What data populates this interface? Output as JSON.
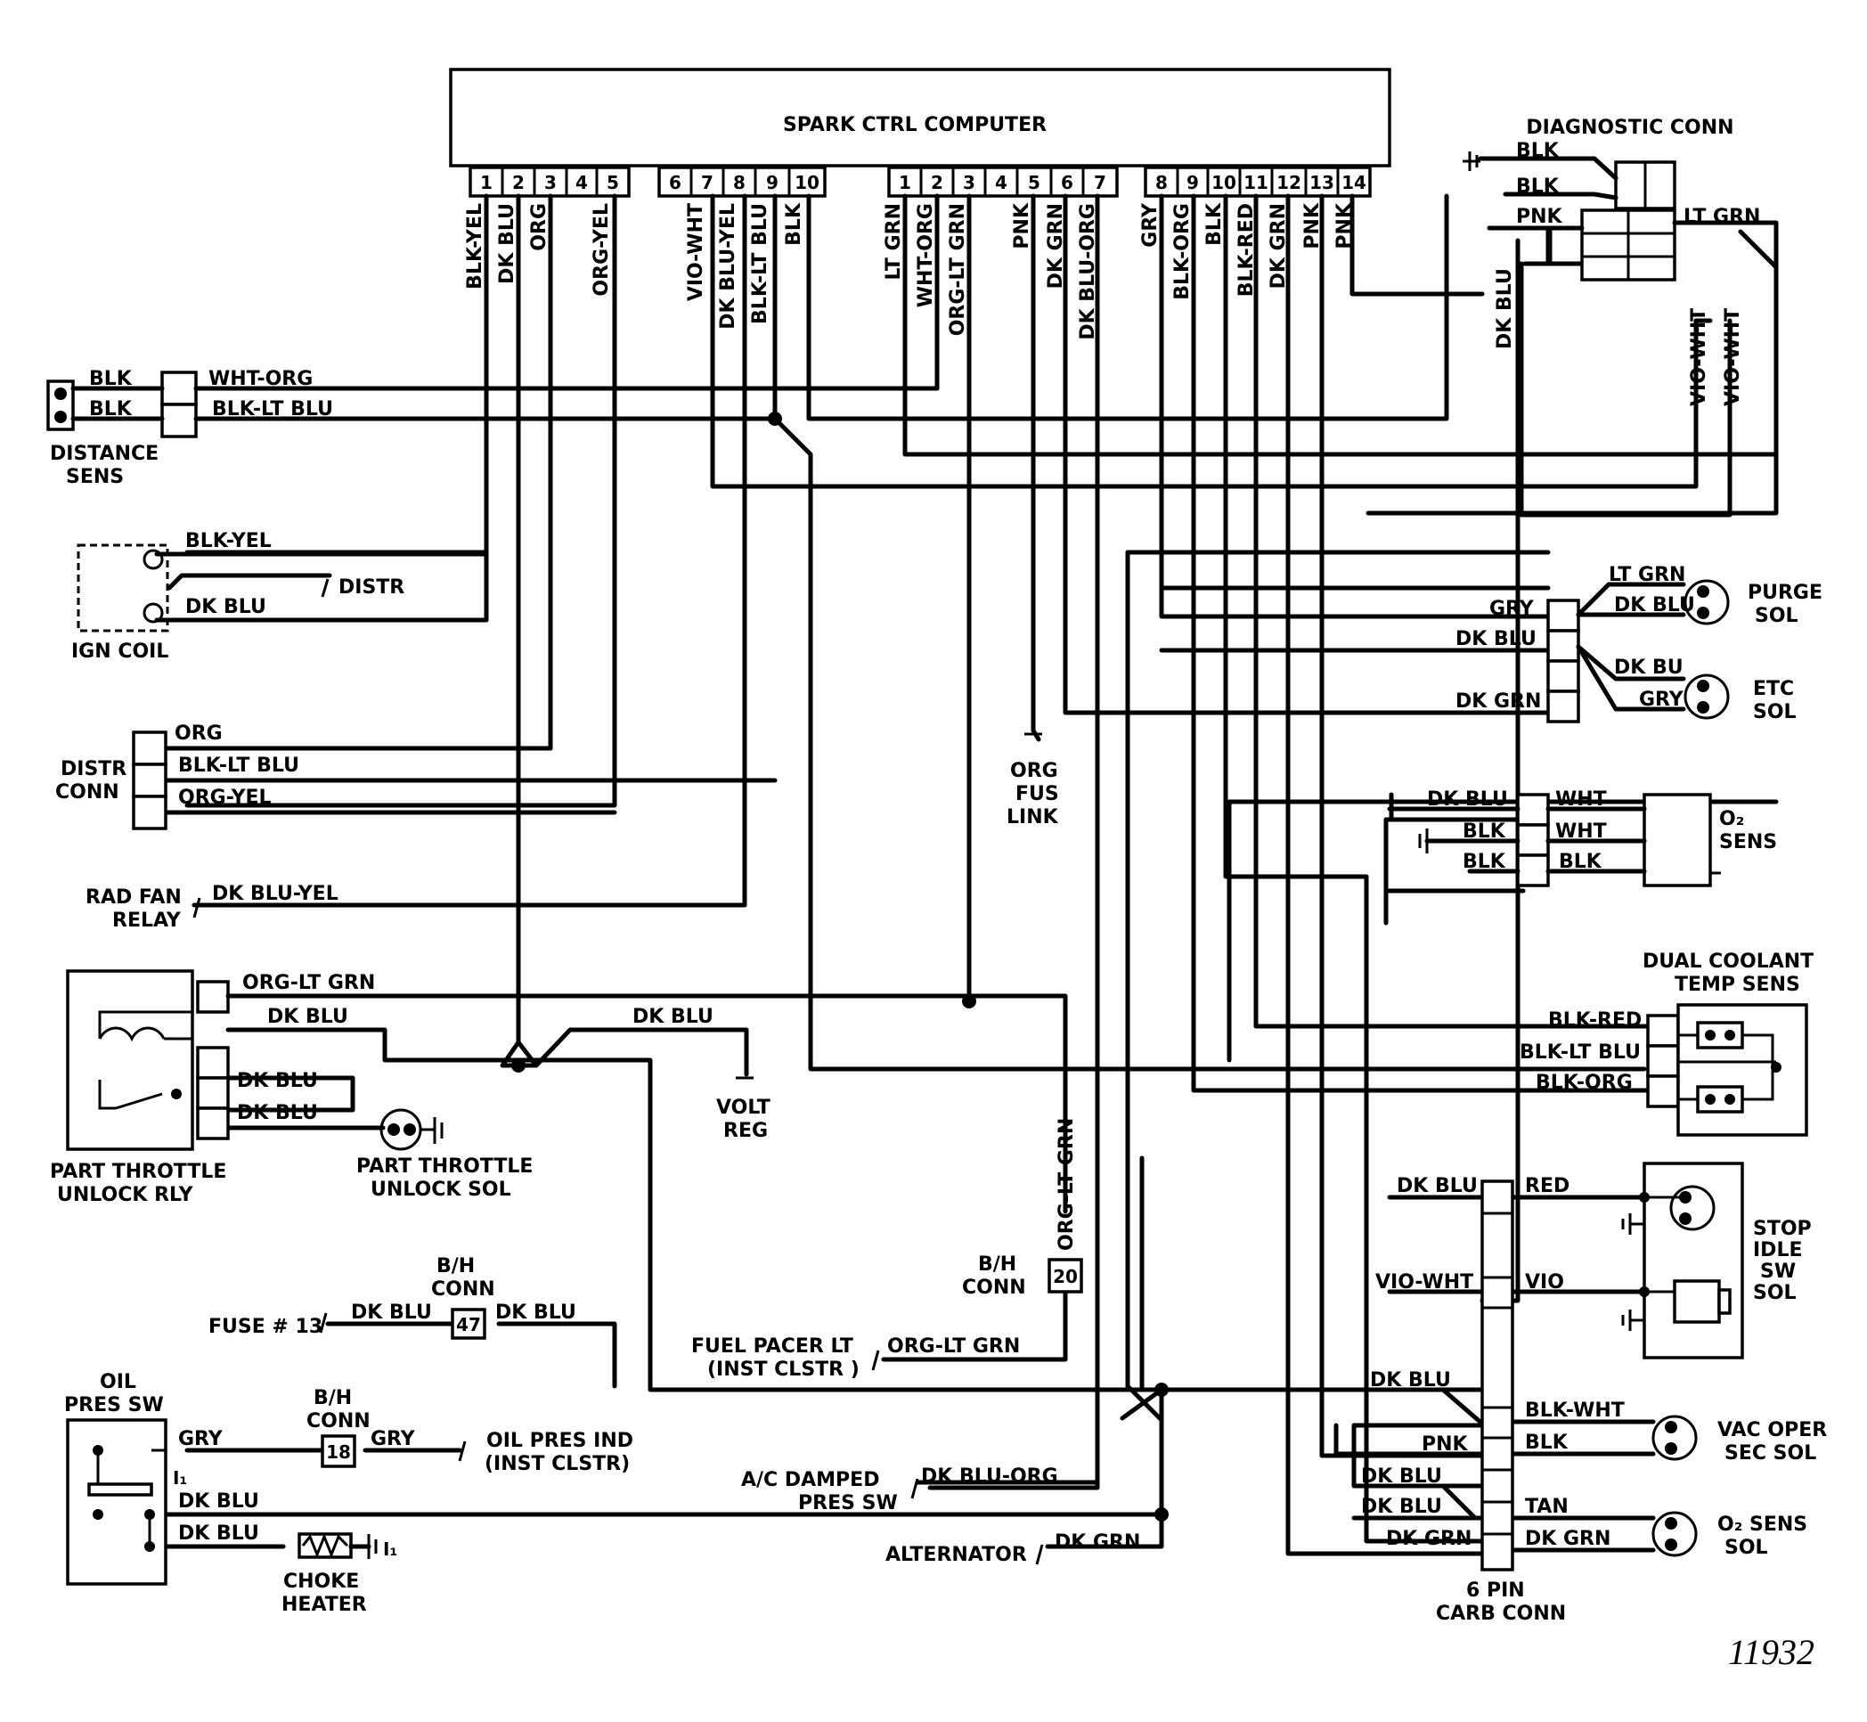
{
  "figure_number": "11932",
  "computer": {
    "title": "SPARK CTRL COMPUTER",
    "pins_a": [
      "1",
      "2",
      "3",
      "4",
      "5",
      "6",
      "7",
      "8",
      "9",
      "10"
    ],
    "pins_b": [
      "1",
      "2",
      "3",
      "4",
      "5",
      "6",
      "7"
    ],
    "pins_c": [
      "8",
      "9",
      "10",
      "11",
      "12",
      "13",
      "14"
    ]
  },
  "pin_wires": [
    "BLK-YEL",
    "DK BLU",
    "ORG",
    "ORG-YEL",
    "VIO-WHT",
    "DK BLU-YEL",
    "BLK-LT BLU",
    "BLK",
    "LT GRN",
    "WHT-ORG",
    "ORG-LT GRN",
    "PNK",
    "DK GRN",
    "DK BLU-ORG",
    "GRY",
    "BLK-ORG",
    "BLK",
    "BLK-RED",
    "DK GRN",
    "PNK",
    "PNK"
  ],
  "components": {
    "diagnostic_conn": "DIAGNOSTIC CONN",
    "distance_sens": [
      "DISTANCE",
      "SENS"
    ],
    "ign_coil": "IGN COIL",
    "distr": "DISTR",
    "distr_conn": [
      "DISTR",
      "CONN"
    ],
    "rad_fan_relay": [
      "RAD FAN",
      "RELAY"
    ],
    "part_throttle_rly": [
      "PART THROTTLE",
      "UNLOCK RLY"
    ],
    "part_throttle_sol": [
      "PART THROTTLE",
      "UNLOCK SOL"
    ],
    "volt_reg": [
      "VOLT",
      "REG"
    ],
    "org_fus_link": [
      "ORG",
      "FUS",
      "LINK"
    ],
    "purge_sol": [
      "PURGE",
      "SOL"
    ],
    "etc_sol": [
      "ETC",
      "SOL"
    ],
    "o2_sens": [
      "O₂",
      "SENS"
    ],
    "dual_coolant": [
      "DUAL COOLANT",
      "TEMP SENS"
    ],
    "stop_idle": [
      "STOP",
      "IDLE",
      "SW",
      "SOL"
    ],
    "vac_oper": [
      "VAC OPER",
      "SEC SOL"
    ],
    "o2_sens_sol": [
      "O₂ SENS",
      "SOL"
    ],
    "carb_conn": [
      "6 PIN",
      "CARB CONN"
    ],
    "bh_conn": [
      "B/H",
      "CONN"
    ],
    "bh_conn_20": "20",
    "bh_conn_47": "47",
    "bh_conn_18": "18",
    "fuse": "FUSE # 13",
    "fuel_pacer": [
      "FUEL PACER LT",
      "(INST CLSTR )"
    ],
    "oil_pres_sw": [
      "OIL",
      "PRES SW"
    ],
    "oil_pres_ind": [
      "OIL PRES IND",
      "(INST CLSTR)"
    ],
    "ac_damped": [
      "A/C DAMPED",
      "PRES SW"
    ],
    "alternator": "ALTERNATOR",
    "choke_heater": [
      "CHOKE",
      "HEATER"
    ]
  },
  "wire_labels": {
    "blk": "BLK",
    "wht_org": "WHT-ORG",
    "blk_lt_blu": "BLK-LT BLU",
    "blk_yel": "BLK-YEL",
    "dk_blu": "DK BLU",
    "org": "ORG",
    "org_yel": "ORG-YEL",
    "dk_blu_yel": "DK BLU-YEL",
    "org_lt_grn": "ORG-LT GRN",
    "gry": "GRY",
    "dk_blu_org": "DK BLU-ORG",
    "dk_grn": "DK GRN",
    "pnk": "PNK",
    "lt_grn": "LT GRN",
    "vio_wht": "VIO-WHT",
    "dk_bu": "DK BU",
    "wht": "WHT",
    "blk_red": "BLK-RED",
    "blk_org": "BLK-ORG",
    "red": "RED",
    "vio": "VIO",
    "blk_wht": "BLK-WHT",
    "tan": "TAN"
  },
  "markers": {
    "i1": "I₁",
    "i2": "I₁"
  }
}
